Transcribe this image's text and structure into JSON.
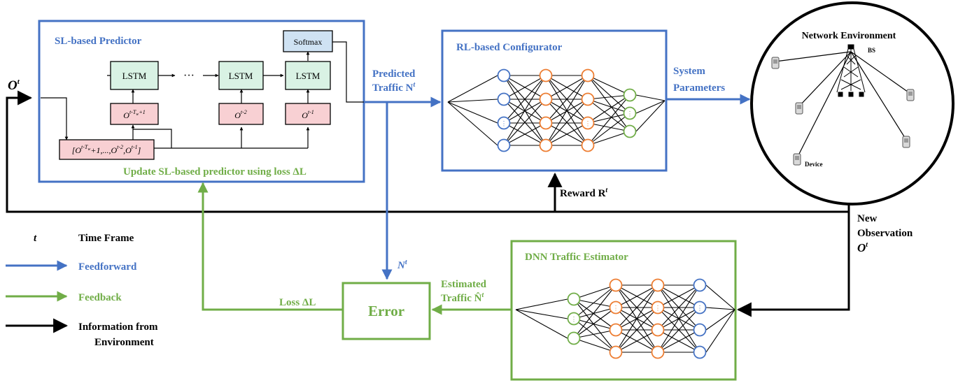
{
  "colors": {
    "blue": "#4472c4",
    "green": "#70ad47",
    "black": "#000000",
    "lstm_fill": "#d9f2e4",
    "obs_fill": "#f8d0d3",
    "softmax_fill": "#cfe2f3",
    "node_orange": "#ed7d31"
  },
  "sl_predictor": {
    "title": "SL-based Predictor",
    "lstm_label": "LSTM",
    "ellipsis": "···",
    "softmax_label": "Softmax",
    "obs_first_base": "O",
    "obs_first_sup": "t-T",
    "obs_first_sub": "w",
    "obs_first_sup_end": "+1",
    "obs_mid_base": "O",
    "obs_mid_sup": "t-2",
    "obs_last_base": "O",
    "obs_last_sup": "t-1",
    "sequence_open": "[",
    "sequence_end": "+1,...,",
    "sequence_mid": "t-2",
    "sequence_last": "t-1",
    "sequence_close": "]",
    "update_text": "Update SL-based predictor using loss ΔL"
  },
  "input_obs": {
    "base": "O",
    "sup": "t"
  },
  "predicted_traffic": {
    "line1": "Predicted",
    "line2": "Traffic N",
    "sup": "t"
  },
  "rl_configurator": {
    "title": "RL-based Configurator"
  },
  "system_parameters": {
    "line1": "System",
    "line2": "Parameters"
  },
  "network_env": {
    "title": "Network Environment",
    "bs_label": "BS",
    "device_label": "Device"
  },
  "reward": {
    "label": "Reward R",
    "sup": "t"
  },
  "new_observation": {
    "line1": "New",
    "line2": "Observation",
    "base": "O",
    "sup": "t"
  },
  "dnn_estimator": {
    "title": "DNN Traffic Estimator"
  },
  "error_box": {
    "label": "Error"
  },
  "n_label": {
    "base": "N",
    "sup": "t"
  },
  "estimated_traffic": {
    "line1": "Estimated",
    "line2": "Traffic N̂",
    "sup": "t"
  },
  "loss": {
    "label": "Loss ΔL"
  },
  "legend": {
    "time_symbol": "t",
    "time_label": "Time Frame",
    "feedforward": "Feedforward",
    "feedback": "Feedback",
    "info_line1": "Information from",
    "info_line2": "Environment"
  }
}
